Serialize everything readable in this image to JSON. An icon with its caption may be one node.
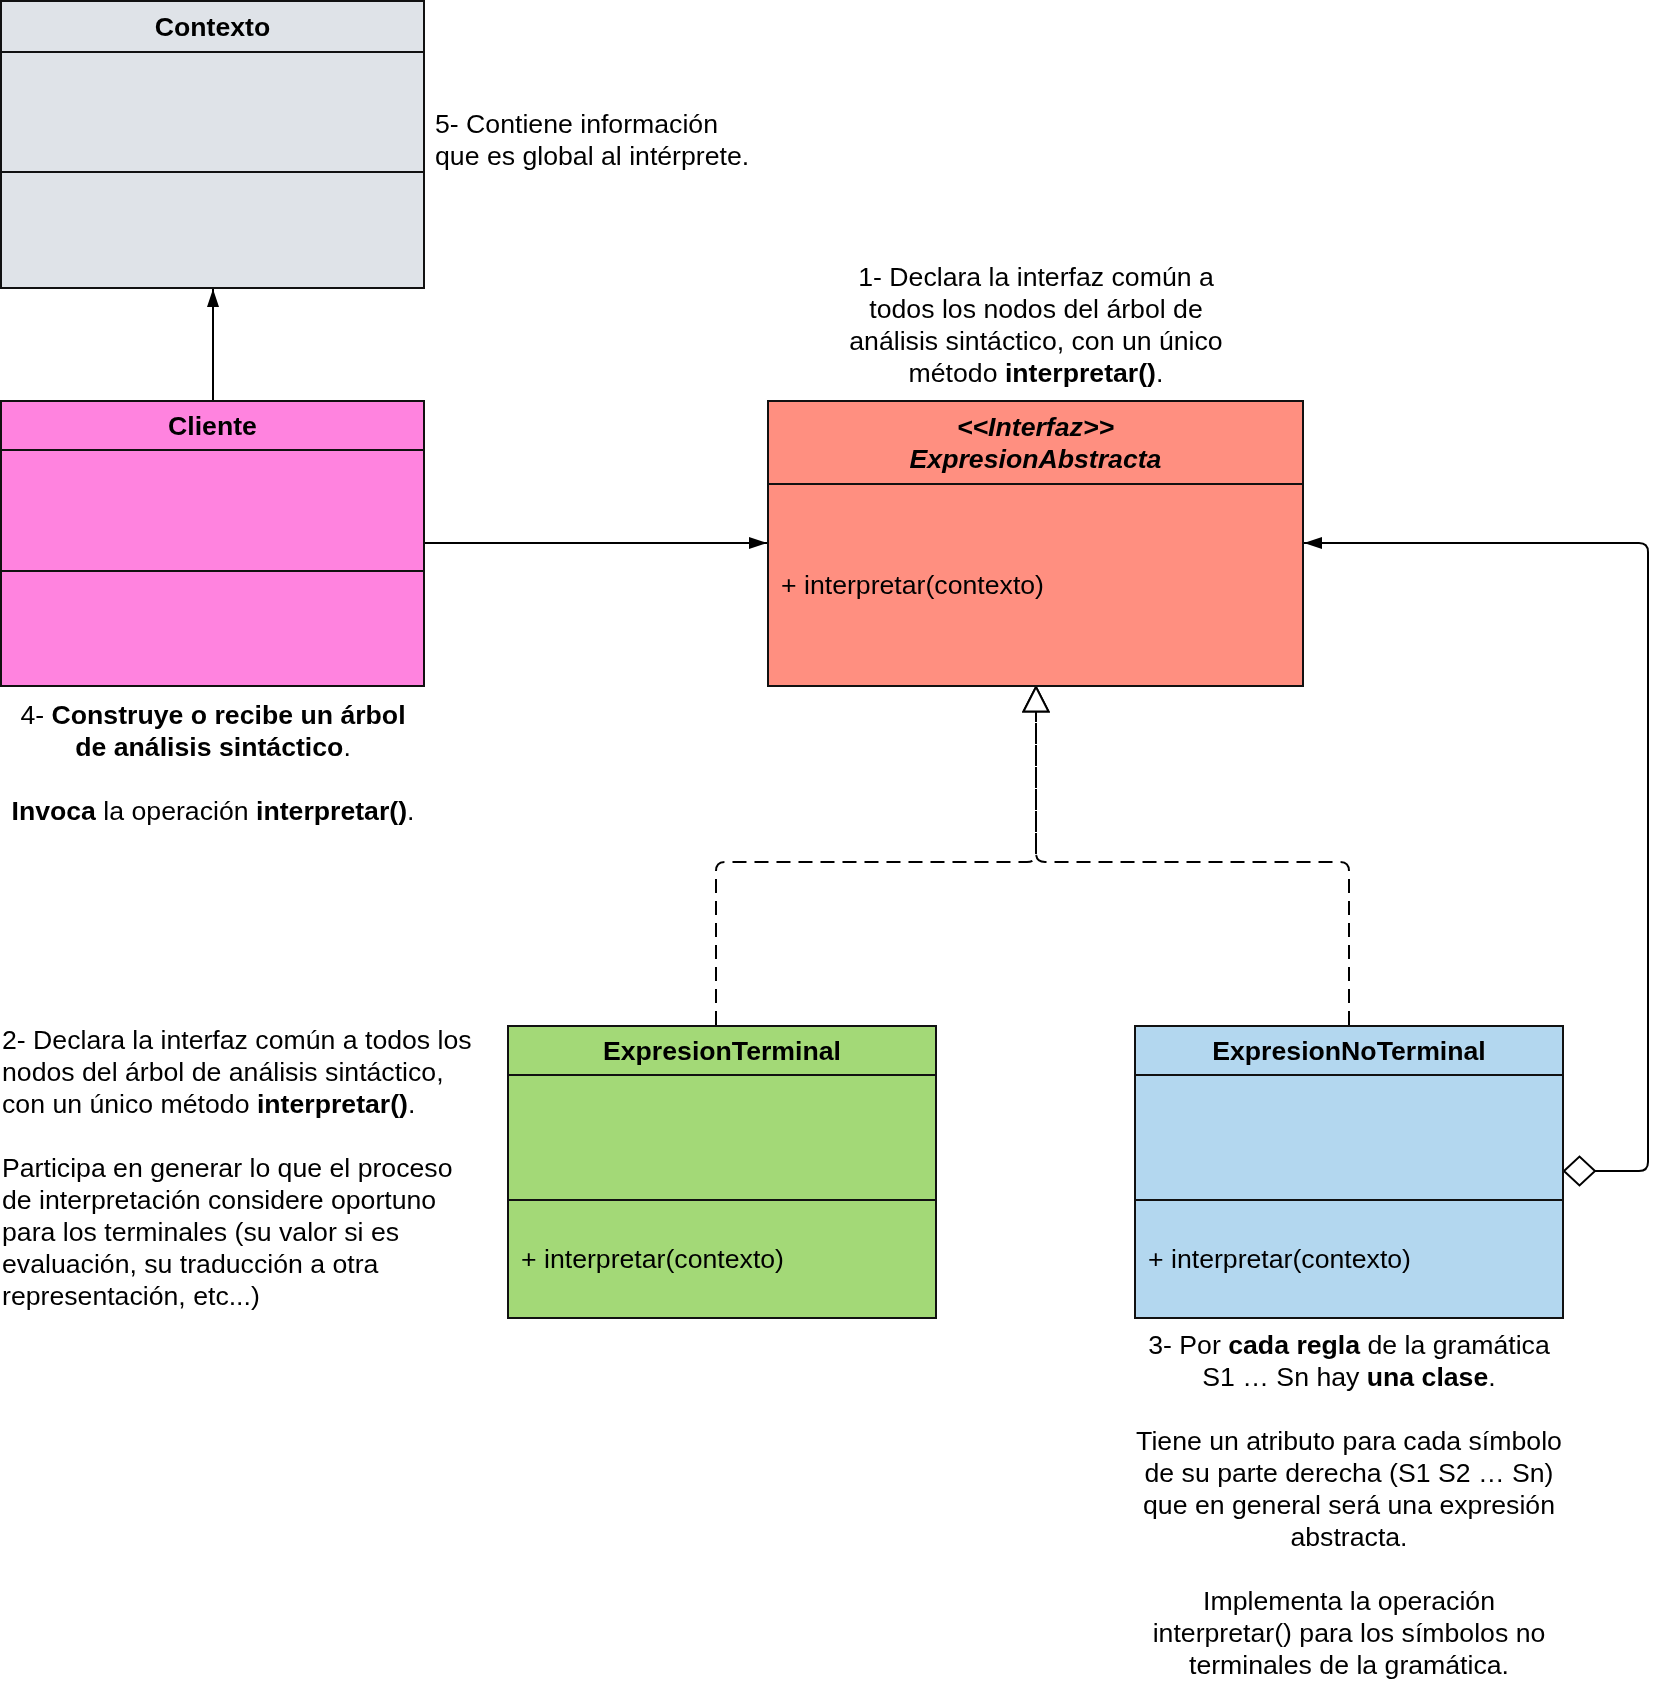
{
  "diagram": {
    "nodes": [
      {
        "text": [
          "Contexto"
        ],
        "beside": [
          "5- Contiene información que es global al intérprete."
        ]
      },
      {
        "text": [
          "Cliente"
        ],
        "beside": [
          "4- **Construye o recibe un árbol de análisis sintáctico**.",
          "**Invoca** la operación **interpretar()**."
        ]
      },
      {
        "text": [
          "<<Interfaz>>",
          "ExpresionAbstracta",
          "+ interpretar(contexto)"
        ],
        "beside": [
          "1- Declara la interfaz común a todos los nodos del árbol de análisis sintáctico, con un único método **interpretar()**."
        ]
      },
      {
        "text": [
          "ExpresionTerminal",
          "+ interpretar(contexto)"
        ],
        "beside": [
          "2- Declara la interfaz común a todos los nodos del árbol de análisis sintáctico, con un único método **interpretar()**.",
          "Participa en generar lo que el proceso de interpretación considere oportuno para los terminales (su valor si es evaluación, su traducción a otra representación, etc...)"
        ]
      },
      {
        "text": [
          "ExpresionNoTerminal",
          "+ interpretar(contexto)"
        ],
        "beside": [
          "3- Por **cada regla** de la gramática S1 … Sn hay **una clase**.",
          "Tiene un atributo para cada símbolo de su parte derecha (S1 S2 … Sn) que en general será una expresión abstracta.",
          "Implementa la operación interpretar() para los símbolos no terminales de la gramática."
        ]
      }
    ],
    "edges": [
      {
        "from": 1,
        "to": 0,
        "arrow": "to"
      },
      {
        "from": 1,
        "to": 2,
        "arrow": "to"
      },
      {
        "from": 3,
        "to": 2,
        "arrow": "to",
        "style": "dashed"
      },
      {
        "from": 4,
        "to": 2,
        "arrow": "to",
        "style": "dashed"
      },
      {
        "from": 4,
        "to": 2,
        "arrow": "to"
      }
    ]
  }
}
